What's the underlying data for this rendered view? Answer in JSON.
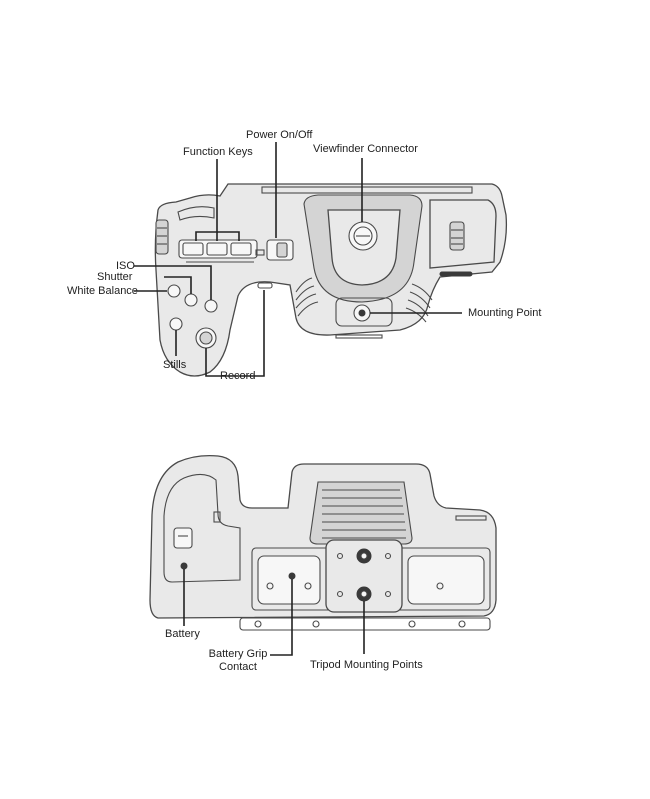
{
  "diagram": {
    "top_view": {
      "labels": {
        "power": "Power On/Off",
        "function_keys": "Function Keys",
        "viewfinder_connector": "Viewfinder Connector",
        "iso": "ISO",
        "shutter": "Shutter",
        "white_balance": "White Balance",
        "mounting_point": "Mounting Point",
        "stills": "Stills",
        "record": "Record"
      }
    },
    "bottom_view": {
      "labels": {
        "battery": "Battery",
        "battery_grip_contact_line1": "Battery Grip",
        "battery_grip_contact_line2": "Contact",
        "tripod_mounting_points": "Tripod Mounting Points"
      }
    }
  },
  "colors": {
    "outline": "#4a4a4a",
    "fill": "#e9e9e9",
    "fill_dark": "#d4d4d4",
    "leader": "#222222"
  }
}
